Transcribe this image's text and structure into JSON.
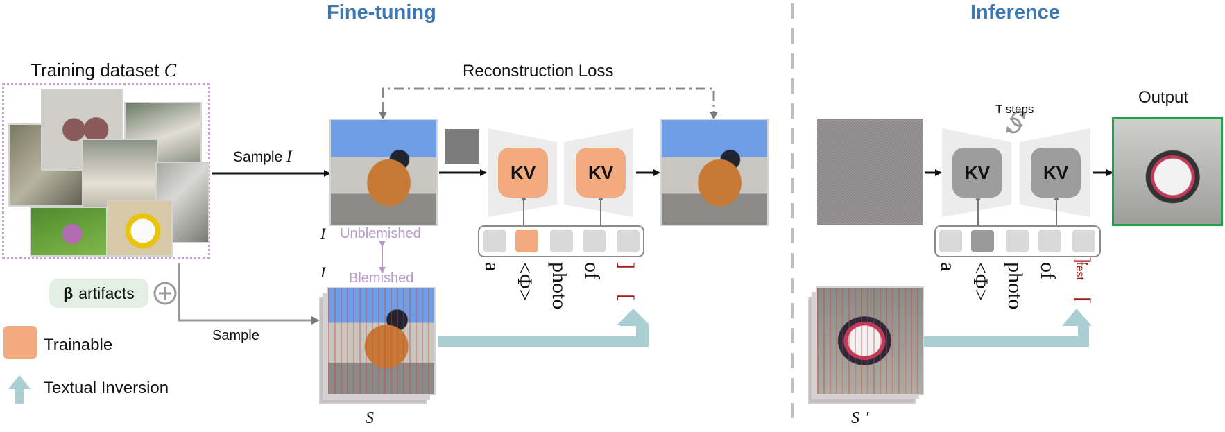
{
  "titles": {
    "finetuning": "Fine-tuning",
    "inference": "Inference"
  },
  "left": {
    "dataset_label": "Training dataset",
    "dataset_symbol": "C",
    "artifacts_beta": "β",
    "artifacts_label": "artifacts",
    "sample_label": "Sample"
  },
  "legend": {
    "trainable": "Trainable",
    "textual_inversion": "Textual Inversion"
  },
  "finetune": {
    "sample_i_label": "Sample",
    "sample_i_symbol": "I",
    "reconstruction_loss": "Reconstruction Loss",
    "unblemished_symbol": "I",
    "unblemished_label": "Unblemished",
    "blemished_symbol": "I",
    "blemished_label": "Blemished",
    "s_label": "S",
    "kv1": "KV",
    "kv2": "KV",
    "tokens": [
      "a",
      "<Φ>",
      "photo",
      "of",
      "]"
    ],
    "bracket_open": "["
  },
  "inference": {
    "t_steps": "T steps",
    "output_label": "Output",
    "kv1": "KV",
    "kv2": "KV",
    "tokens": [
      "a",
      "<Φ>",
      "photo",
      "of",
      "′",
      "]"
    ],
    "test_subscript": "test",
    "bracket_open": "[",
    "s_prime_label": "S",
    "s_prime_mark": "′"
  },
  "colors": {
    "title_blue": "#3b78b5",
    "trainable_orange": "#f2aa7e",
    "frozen_gray": "#9d9d9d",
    "inversion_arrow": "#a9cfd3",
    "dataset_border": "#c9a6cf",
    "output_border": "#1ea34a",
    "artifact_text": "#b79ac9",
    "bracket_red": "#a11a1a"
  }
}
